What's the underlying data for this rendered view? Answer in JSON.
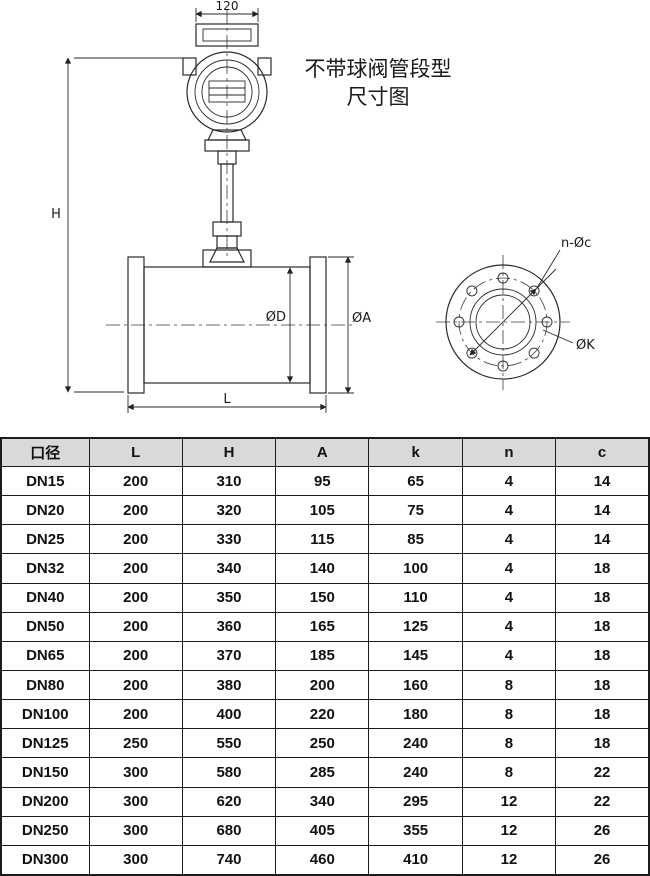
{
  "title": {
    "line1": "不带球阀管段型",
    "line2": "尺寸图"
  },
  "drawing": {
    "dim_120": "120",
    "dim_H": "H",
    "dim_D": "ØD",
    "dim_A": "ØA",
    "dim_L": "L",
    "dim_nc": "n-Øc",
    "dim_K": "ØK"
  },
  "table": {
    "headers": [
      "口径",
      "L",
      "H",
      "A",
      "k",
      "n",
      "c"
    ],
    "rows": [
      [
        "DN15",
        "200",
        "310",
        "95",
        "65",
        "4",
        "14"
      ],
      [
        "DN20",
        "200",
        "320",
        "105",
        "75",
        "4",
        "14"
      ],
      [
        "DN25",
        "200",
        "330",
        "115",
        "85",
        "4",
        "14"
      ],
      [
        "DN32",
        "200",
        "340",
        "140",
        "100",
        "4",
        "18"
      ],
      [
        "DN40",
        "200",
        "350",
        "150",
        "110",
        "4",
        "18"
      ],
      [
        "DN50",
        "200",
        "360",
        "165",
        "125",
        "4",
        "18"
      ],
      [
        "DN65",
        "200",
        "370",
        "185",
        "145",
        "4",
        "18"
      ],
      [
        "DN80",
        "200",
        "380",
        "200",
        "160",
        "8",
        "18"
      ],
      [
        "DN100",
        "200",
        "400",
        "220",
        "180",
        "8",
        "18"
      ],
      [
        "DN125",
        "250",
        "550",
        "250",
        "240",
        "8",
        "18"
      ],
      [
        "DN150",
        "300",
        "580",
        "285",
        "240",
        "8",
        "22"
      ],
      [
        "DN200",
        "300",
        "620",
        "340",
        "295",
        "12",
        "22"
      ],
      [
        "DN250",
        "300",
        "680",
        "405",
        "355",
        "12",
        "26"
      ],
      [
        "DN300",
        "300",
        "740",
        "460",
        "410",
        "12",
        "26"
      ]
    ]
  }
}
